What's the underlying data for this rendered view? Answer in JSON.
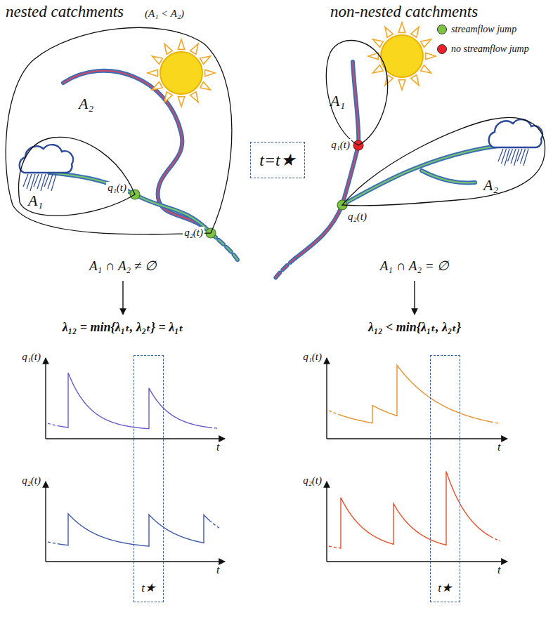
{
  "diagram": {
    "nodes": [
      {
        "text": [
          "A₂"
        ]
      },
      {
        "text": [
          "A₁"
        ],
        "in": 0
      },
      {
        "text": [
          "t=t★"
        ]
      },
      {
        "text": [
          "A₁"
        ]
      },
      {
        "text": [
          "A₂"
        ]
      },
      {
        "text": [
          "t★"
        ]
      },
      {
        "text": [
          "t★"
        ]
      }
    ],
    "labels": [
      "nested catchments",
      "(A₁ < A₂)",
      "non-nested catchments",
      "q₁(t)",
      "q₂(t)",
      "q₁(t)",
      "q₂(t)",
      "A₁ ∩ A₂ ≠ ∅",
      "λ₁₂ = min{λ₁ₜ, λ₂ₜ} = λ₁ₜ",
      "A₁ ∩ A₂ = ∅",
      "λ₁₂ < min{λ₁ₜ, λ₂ₜ}",
      "q₁(t)",
      "t",
      "q₂(t)",
      "t",
      "q₁(t)",
      "t",
      "q₂(t)",
      "t"
    ],
    "legend": [
      {
        "text": "streamflow jump",
        "color": "#7dc242"
      },
      {
        "text": "no streamflow jump",
        "color": "#e8222a"
      }
    ]
  }
}
